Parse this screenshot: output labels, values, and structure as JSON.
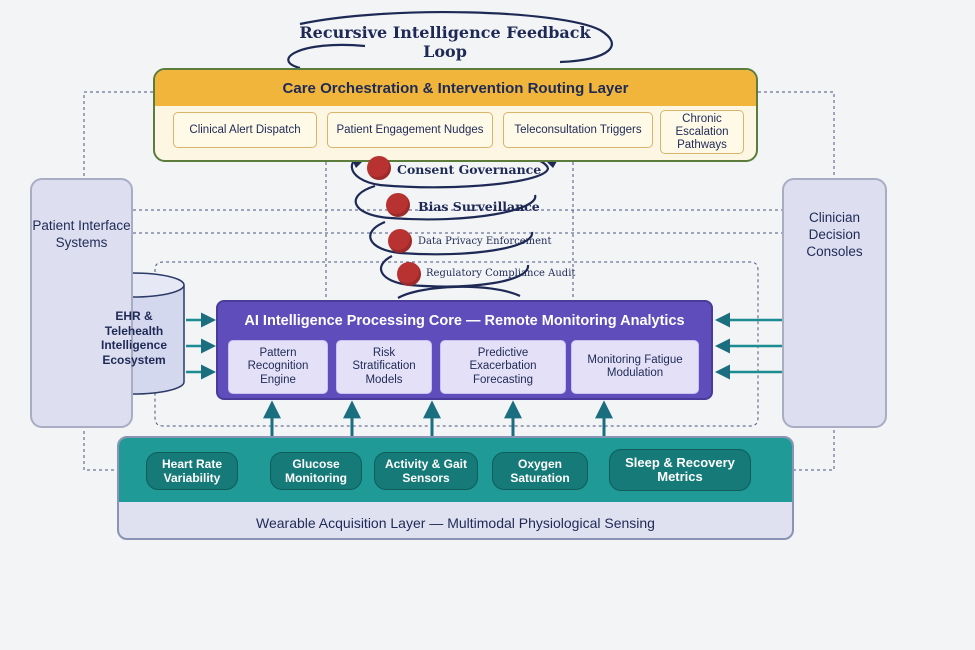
{
  "loop_title": "Recursive Intelligence Feedback Loop",
  "care_layer": {
    "title": "Care Orchestration & Intervention Routing Layer",
    "items": [
      "Clinical Alert Dispatch",
      "Patient Engagement Nudges",
      "Teleconsultation Triggers",
      "Chronic Escalation Pathways"
    ]
  },
  "governance": [
    "Consent Governance",
    "Bias Surveillance",
    "Data Privacy Enforcement",
    "Regulatory Compliance Audit"
  ],
  "patient_panel": "Patient Interface Systems",
  "clinician_panel": "Clinician Decision Consoles",
  "ehr": "EHR & Telehealth Intelligence Ecosystem",
  "ai_core": {
    "title": "AI Intelligence Processing Core — Remote Monitoring Analytics",
    "modules": [
      "Pattern Recognition Engine",
      "Risk Stratification Models",
      "Predictive Exacerbation Forecasting",
      "Monitoring Fatigue Modulation"
    ]
  },
  "wearable": {
    "title": "Wearable Acquisition Layer — Multimodal Physiological Sensing",
    "sensors": [
      "Heart Rate Variability",
      "Glucose Monitoring",
      "Activity & Gait Sensors",
      "Oxygen Saturation",
      "Sleep & Recovery Metrics"
    ]
  },
  "colors": {
    "care_header": "#f0b53a",
    "core": "#5f4dbb",
    "wearable_band": "#1f9a96",
    "sensor_pill": "#157a78",
    "arrow_teal": "#1a8c92",
    "governance_dot": "#b83232"
  }
}
